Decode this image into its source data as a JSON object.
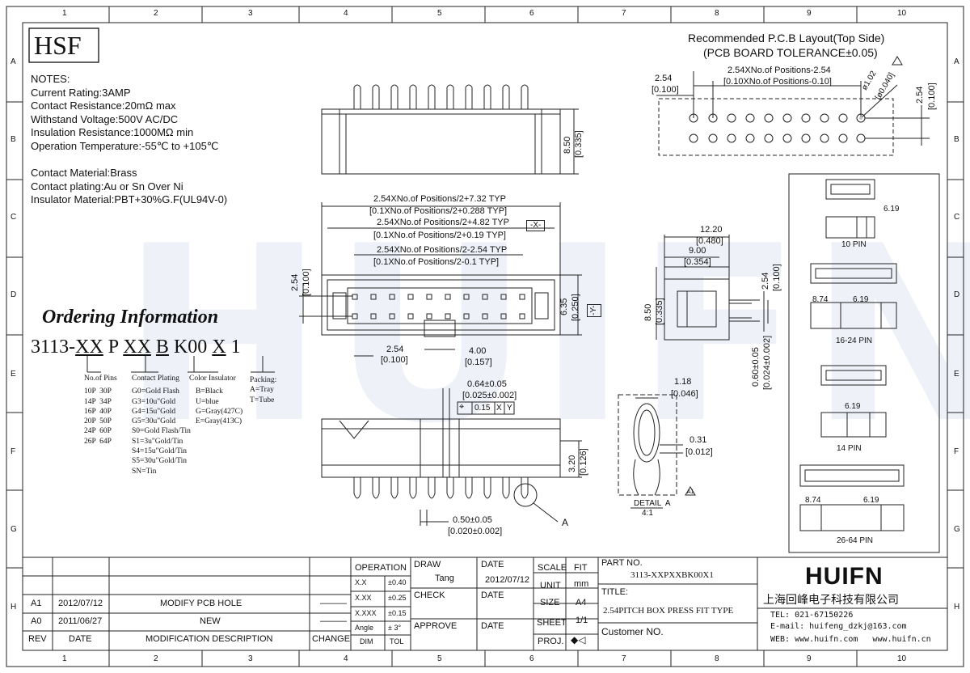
{
  "grid": {
    "cols": [
      "1",
      "2",
      "3",
      "4",
      "5",
      "6",
      "7",
      "8",
      "9",
      "10"
    ],
    "rows": [
      "A",
      "B",
      "C",
      "D",
      "E",
      "F",
      "G",
      "H"
    ]
  },
  "logo": "HSF",
  "notes": {
    "heading": "NOTES:",
    "lines": [
      "Current Rating:3AMP",
      "Contact Resistance:20mΩ   max",
      "Withstand Voltage:500V AC/DC",
      "Insulation Resistance:1000MΩ min",
      "Operation Temperature:-55℃ to +105℃",
      "",
      "Contact Material:Brass",
      "Contact plating:Au or Sn Over Ni",
      "Insulator Material:PBT+30%G.F(UL94V-0)"
    ]
  },
  "ordering": {
    "title": "Ordering Information",
    "part_code": "3113-XX P XX B K00 X 1",
    "code_parts": [
      "3113-",
      "XX",
      " P ",
      "XX",
      " ",
      "B",
      " K00 ",
      "X",
      " 1"
    ],
    "groups": [
      {
        "title": "No.of Pins",
        "lines": [
          "10P  30P",
          "14P  34P",
          "16P  40P",
          "20P  50P",
          "24P  60P",
          "26P  64P"
        ]
      },
      {
        "title": "Contact Plating",
        "lines": [
          "G0=Gold Flash",
          "G3=10u\"Gold",
          "G4=15u\"Gold",
          "G5=30u\"Gold",
          "S0=Gold Flash/Tin",
          "S1=3u\"Gold/Tin",
          "S4=15u\"Gold/Tin",
          "S5=30u\"Gold/Tin",
          "SN=Tin"
        ]
      },
      {
        "title": "Color Insulator",
        "lines": [
          "B=Black",
          "U=blue",
          "G=Gray(427C)",
          "E=Gray(413C)"
        ]
      },
      {
        "title": "Packing:",
        "lines": [
          "A=Tray",
          "T=Tube"
        ]
      }
    ]
  },
  "pcb_layout": {
    "title": "Recommended P.C.B Layout(Top Side)",
    "subtitle": "(PCB BOARD TOLERANCE±0.05)",
    "dim_pitch": "2.54",
    "dim_pitch_in": "[0.100]",
    "dim_span": "2.54XNo.of Positions-2.54",
    "dim_span_in": "[0.10XNo.of Positions-0.10]",
    "dim_hole": "ø1.02",
    "dim_hole_in": "[ø0.040]",
    "dim_row": "2.54",
    "dim_row_in": "[0.100]"
  },
  "top_view": {
    "dim_height": "8.50",
    "dim_height_in": "[0.335]"
  },
  "front_view": {
    "dim1": "2.54XNo.of Positions/2+7.32 TYP",
    "dim1_in": "[0.1XNo.of Positions/2+0.288 TYP]",
    "dim2": "2.54XNo.of Positions/2+4.82 TYP",
    "dim2_in": "[0.1XNo.of Positions/2+0.19 TYP]",
    "dim3": "2.54XNo.of Positions/2-2.54 TYP",
    "dim3_in": "[0.1XNo.of Positions/2-0.1 TYP]",
    "datum_x": "-X-",
    "datum_y": "-Y-",
    "left_pitch": "2.54",
    "left_pitch_in": "[0.100]",
    "height": "6.35",
    "height_in": "[0.250]",
    "bottom_pitch": "2.54",
    "bottom_pitch_in": "[0.100]",
    "key_width": "4.00",
    "key_width_in": "[0.157]"
  },
  "side_view": {
    "dim_w": "12.20",
    "dim_w_in": "[0.480]",
    "dim_w2": "9.00",
    "dim_w2_in": "[0.354]",
    "dim_h": "8.50",
    "dim_h_in": "[0.335]",
    "dim_pitch": "2.54",
    "dim_pitch_in": "[0.100]",
    "dim_pin": "0.60±0.05",
    "dim_pin_in": "[0.024±0.002]"
  },
  "bottom_view": {
    "pin_w": "0.64±0.05",
    "pin_w_in": "[0.025±0.002]",
    "tol_sym": "⌖",
    "tol_val": "0.15",
    "tol_x": "X",
    "tol_y": "Y",
    "standoff": "3.20",
    "standoff_in": "[0.126]",
    "pin_t": "0.50±0.05",
    "pin_t_in": "[0.020±0.002]",
    "callout": "A"
  },
  "detail": {
    "top": "1.18",
    "top_in": "[0.046]",
    "side": "0.31",
    "side_in": "[0.012]",
    "label": "DETAIL  A",
    "scale": "4:1",
    "rev_mark": "A1"
  },
  "variants": [
    {
      "label": "10 PIN",
      "dim": "6.19"
    },
    {
      "label": "16-24 PIN",
      "dim_a": "8.74",
      "dim_b": "6.19"
    },
    {
      "label": "14 PIN",
      "dim": "6.19"
    },
    {
      "label": "26-64 PIN",
      "dim_a": "8.74",
      "dim_b": "6.19"
    }
  ],
  "title_block": {
    "revisions": [
      {
        "rev": "A1",
        "date": "2012/07/12",
        "desc": "MODIFY PCB HOLE",
        "change": "———"
      },
      {
        "rev": "A0",
        "date": "2011/06/27",
        "desc": "NEW",
        "change": "———"
      }
    ],
    "rev_header": {
      "rev": "REV",
      "date": "DATE",
      "desc": "MODIFICATION DESCRIPTION",
      "change": "CHANGE"
    },
    "operation": "OPERATION",
    "tolerances": [
      {
        "dim": "X.X",
        "tol": "±0.40"
      },
      {
        "dim": "X.XX",
        "tol": "±0.25"
      },
      {
        "dim": "X.XXX",
        "tol": "±0.15"
      },
      {
        "dim": "Angle",
        "tol": "± 3°"
      }
    ],
    "dim_label": "DIM",
    "tol_label": "TOL",
    "draw_label": "DRAW",
    "draw_name": "Tang",
    "check_label": "CHECK",
    "approve_label": "APPROVE",
    "date_label": "DATE",
    "draw_date": "2012/07/12",
    "scale_label": "SCALE",
    "scale_val": "FIT",
    "unit_label": "UNIT",
    "unit_val": "mm",
    "size_label": "SIZE",
    "size_val": "A4",
    "sheet_label": "SHEET",
    "sheet_val": "1/1",
    "proj_label": "PROJ.",
    "proj_sym": "◆◁",
    "part_no_label": "PART NO.",
    "part_no": "3113-XXPXXBK00X1",
    "title_label": "TITLE:",
    "title": "2.54PITCH BOX PRESS FIT TYPE",
    "customer_label": "Customer NO.",
    "company_logo": "HUIFN",
    "company_name": "上海回峰电子科技有限公司",
    "tel": "TEL: 021-67150226",
    "email": "E-mail: huifeng_dzkj@163.com",
    "web": "WEB: www.huifn.com   www.huifn.cn"
  }
}
